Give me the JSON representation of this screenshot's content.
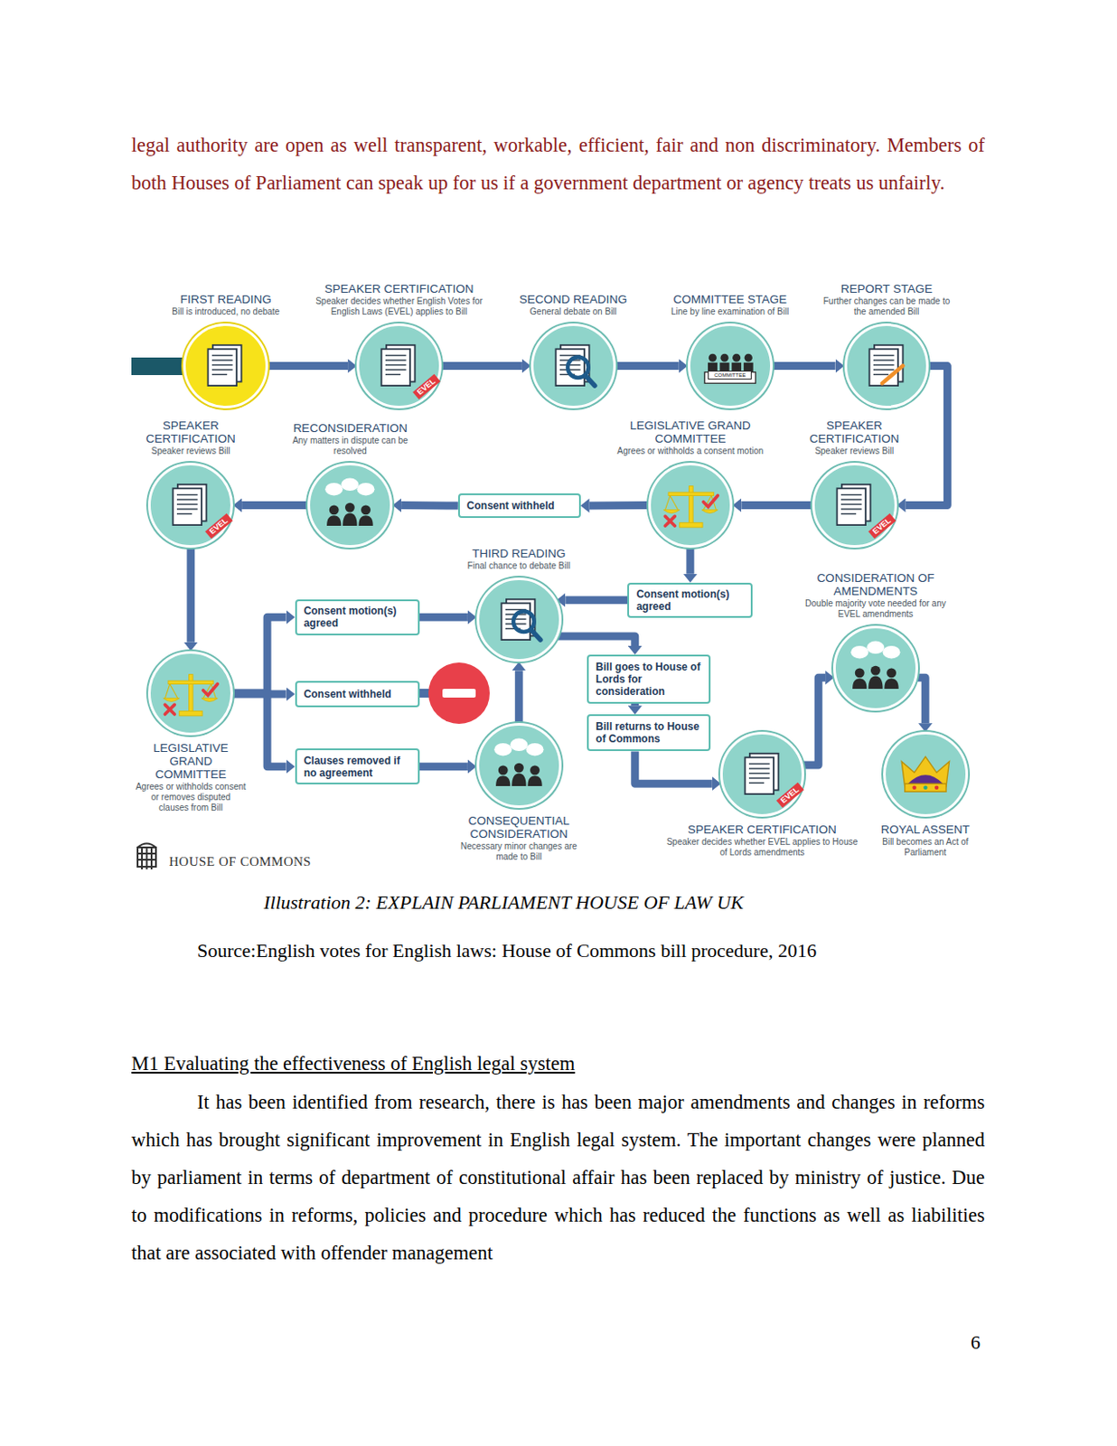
{
  "diagram": {
    "title": "M1 Evaluating the effectiveness of English legal system",
    "caption": "Illustration 2: EXPLAIN PARLIAMENT HOUSE OF LAW UK",
    "nodes": [
      {
        "text": [
          "FIRST READING",
          "Bill is introduced, no debate"
        ]
      },
      {
        "text": [
          "SPEAKER CERTIFICATION",
          "Speaker decides whether English Votes for English Laws (EVEL) applies to Bill",
          "EVEL"
        ]
      },
      {
        "text": [
          "SECOND READING",
          "General debate on Bill"
        ]
      },
      {
        "text": [
          "COMMITTEE STAGE",
          "Line by line examination of Bill",
          "COMMITTEE"
        ]
      },
      {
        "text": [
          "REPORT STAGE",
          "Further changes can be made to the amended Bill"
        ]
      },
      {
        "text": [
          "SPEAKER CERTIFICATION",
          "Speaker reviews Bill",
          "EVEL"
        ]
      },
      {
        "text": [
          "LEGISLATIVE GRAND COMMITTEE",
          "Agrees or withholds a consent motion"
        ]
      },
      {
        "text": [
          "Consent withheld"
        ]
      },
      {
        "text": [
          "RECONSIDERATION",
          "Any matters in dispute can be resolved"
        ]
      },
      {
        "text": [
          "SPEAKER CERTIFICATION",
          "Speaker reviews Bill",
          "EVEL"
        ]
      },
      {
        "text": [
          "Consent motion(s) agreed"
        ]
      },
      {
        "text": [
          "THIRD READING",
          "Final chance to debate Bill"
        ]
      },
      {
        "text": [
          "LEGISLATIVE GRAND COMMITTEE",
          "Agrees or withholds consent or removes disputed clauses from Bill"
        ]
      },
      {
        "text": [
          "Consent motion(s) agreed"
        ]
      },
      {
        "text": [
          "Consent withheld"
        ]
      },
      {
        "text": [
          "Clauses removed if no agreement"
        ]
      },
      {
        "text": [
          "CONSEQUENTIAL CONSIDERATION",
          "Necessary minor changes are made to Bill"
        ]
      },
      {
        "text": [
          "Bill goes to House of Lords for consideration"
        ]
      },
      {
        "text": [
          "Bill returns to House of Commons"
        ]
      },
      {
        "text": [
          "CONSIDERATION OF AMENDMENTS",
          "Double majority vote needed for any EVEL amendments"
        ]
      },
      {
        "text": [
          "SPEAKER CERTIFICATION",
          "Speaker decides whether EVEL applies to House of Lords amendments",
          "EVEL"
        ]
      },
      {
        "text": [
          "ROYAL ASSENT",
          "Bill becomes an Act of Parliament"
        ]
      }
    ],
    "edges": [
      {
        "from": 0,
        "to": 1,
        "arrow": "to"
      },
      {
        "from": 1,
        "to": 2,
        "arrow": "to"
      },
      {
        "from": 2,
        "to": 3,
        "arrow": "to"
      },
      {
        "from": 3,
        "to": 4,
        "arrow": "to"
      },
      {
        "from": 4,
        "to": 5,
        "arrow": "to"
      },
      {
        "from": 5,
        "to": 6,
        "arrow": "to"
      },
      {
        "from": 6,
        "to": 7,
        "arrow": "to"
      },
      {
        "from": 7,
        "to": 8,
        "arrow": "to"
      },
      {
        "from": 8,
        "to": 9,
        "arrow": "to"
      },
      {
        "from": 9,
        "to": 12,
        "arrow": "to"
      },
      {
        "from": 6,
        "to": 10,
        "arrow": "to"
      },
      {
        "from": 10,
        "to": 11,
        "arrow": "to"
      },
      {
        "from": 12,
        "to": 13,
        "arrow": "to"
      },
      {
        "from": 12,
        "to": 14,
        "arrow": "to"
      },
      {
        "from": 12,
        "to": 15,
        "arrow": "to"
      },
      {
        "from": 13,
        "to": 11,
        "arrow": "to"
      },
      {
        "from": 15,
        "to": 16,
        "arrow": "to"
      },
      {
        "from": 16,
        "to": 11,
        "arrow": "to"
      },
      {
        "from": 11,
        "to": 17,
        "arrow": "to"
      },
      {
        "from": 17,
        "to": 18,
        "arrow": "to"
      },
      {
        "from": 18,
        "to": 20,
        "arrow": "to"
      },
      {
        "from": 20,
        "to": 19,
        "arrow": "to"
      },
      {
        "from": 19,
        "to": 21,
        "arrow": "to"
      }
    ],
    "labels": [
      "legal authority are open as well transparent, workable, efficient, fair and non discriminatory. Members of both Houses of Parliament can speak up for us if a government department or agency treats us unfairly.",
      "Source:English votes for English laws: House of Commons bill procedure, 2016",
      "It has been identified from research, there is has been major amendments and changes in reforms which has brought significant improvement in English legal system. The important changes were planned by parliament in terms of department of constitutional affair has been replaced by ministry of justice. Due to modifications in reforms, policies and procedure which has reduced the functions as well as liabilities that are associated with offender management",
      "HOUSE OF COMMONS",
      "6"
    ]
  }
}
